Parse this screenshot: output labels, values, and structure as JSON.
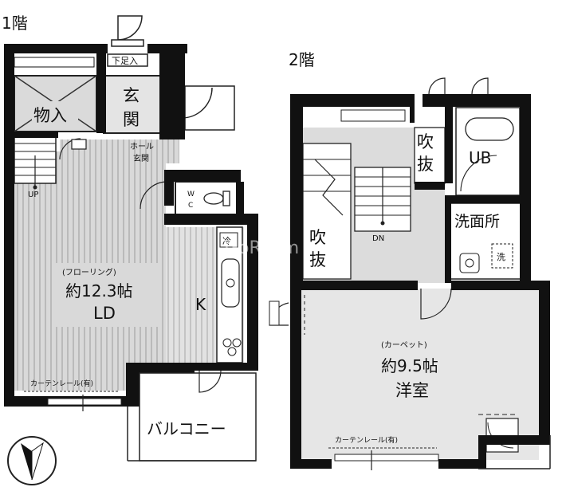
{
  "floor1": {
    "label": "1階",
    "rooms": {
      "storage": "物入",
      "entrance": "玄関",
      "shoe_cabinet": "下足入",
      "hall_line1": "ホール",
      "hall_line2": "玄関",
      "wc_line1": "W",
      "wc_line2": "C",
      "ld_flooring": "(フローリング)",
      "ld_size": "約12.3帖",
      "ld_name": "LD",
      "kitchen": "K",
      "fridge": "冷",
      "up": "UP",
      "curtain_rail": "カーテンレール(有)",
      "balcony": "バルコニー"
    }
  },
  "floor2": {
    "label": "2階",
    "rooms": {
      "void_upper_1": "吹",
      "void_upper_2": "抜",
      "void_left_1": "吹",
      "void_left_2": "抜",
      "dn": "DN",
      "unit_bath": "UB",
      "washroom": "洗面所",
      "washer": "洗",
      "bedroom_carpet": "(カーペット)",
      "bedroom_size": "約9.5帖",
      "bedroom_name": "洋室",
      "curtain_rail": "カーテンレール(有)"
    }
  },
  "compass_label": "north-arrow",
  "watermark": "GoRoom"
}
